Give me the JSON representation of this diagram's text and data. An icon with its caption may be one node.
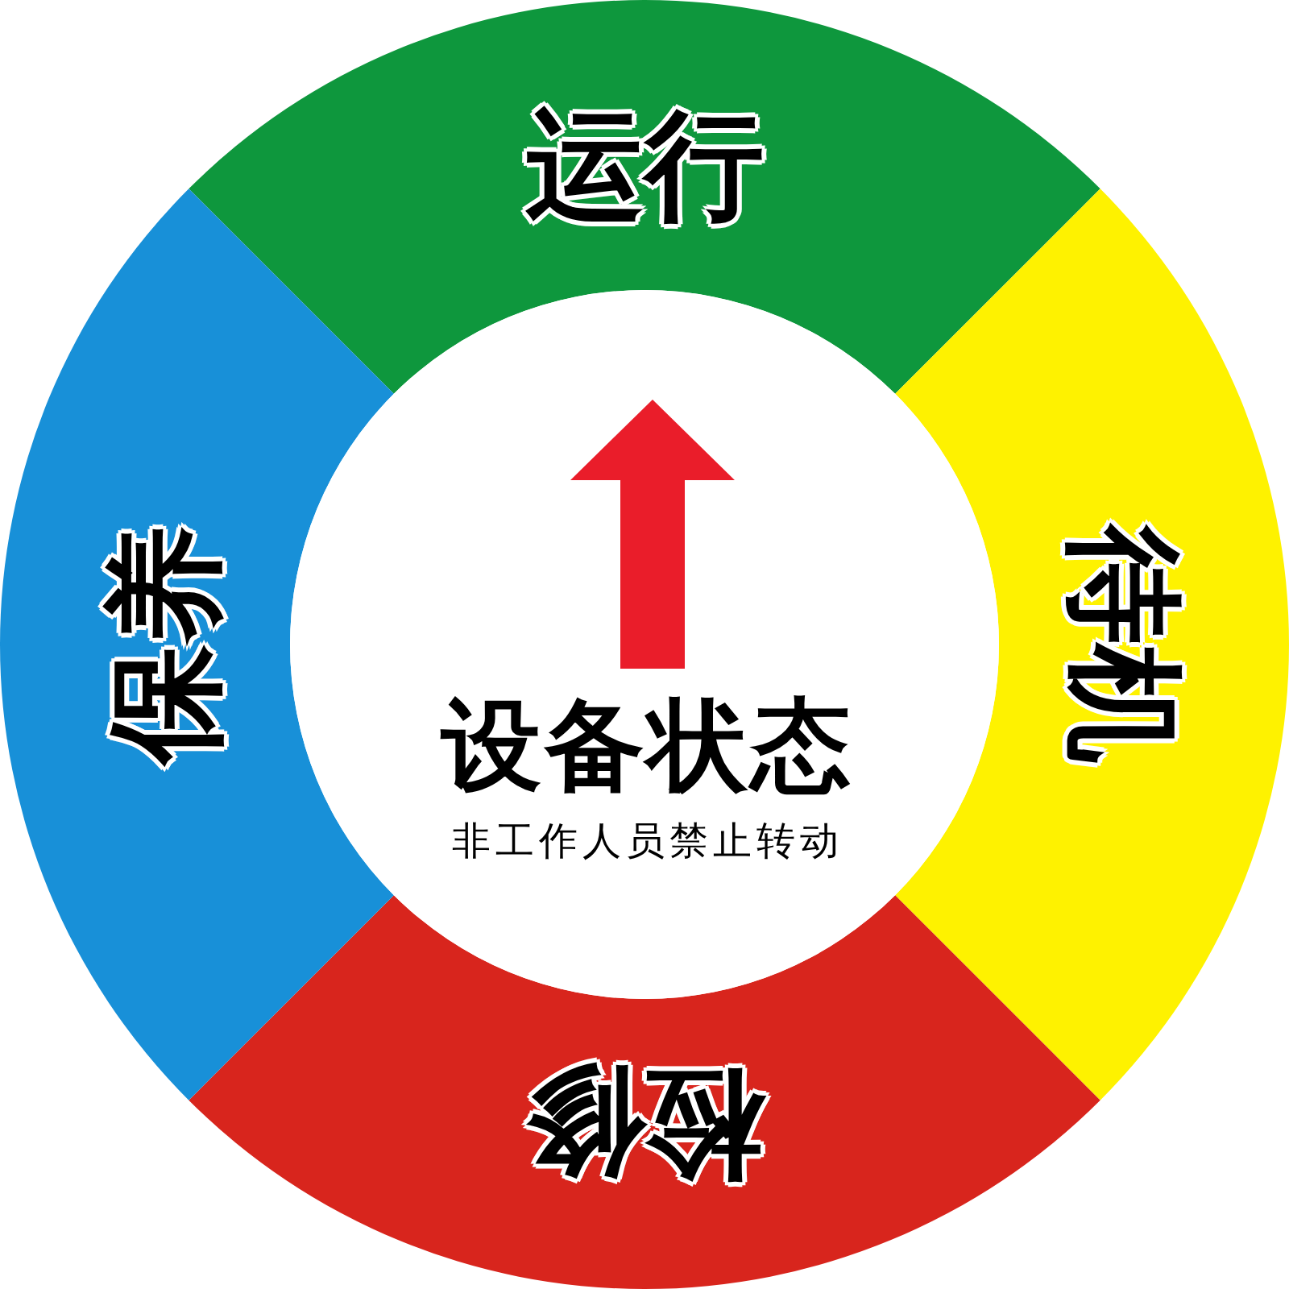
{
  "diagram": {
    "nodes": [
      {
        "text": [
          "运行"
        ]
      },
      {
        "text": [
          "待机"
        ]
      },
      {
        "text": [
          "检修"
        ]
      },
      {
        "text": [
          "保养"
        ]
      },
      {
        "text": [
          "设备状态",
          "非工作人员禁止转动"
        ]
      }
    ]
  }
}
